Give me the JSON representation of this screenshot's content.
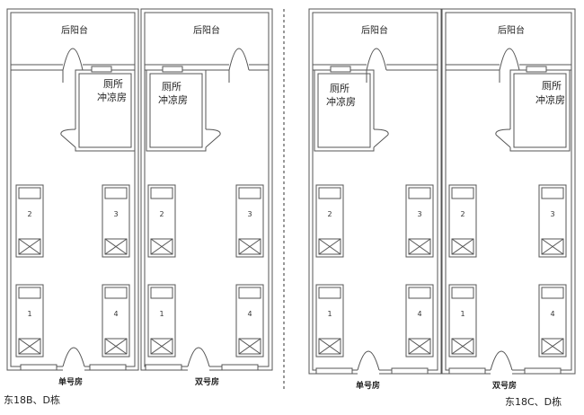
{
  "labels": {
    "balcony": "后阳台",
    "toilet": "厕所",
    "shower": "冲凉房"
  },
  "beds": {
    "b1": "1号床",
    "b2": "2号床",
    "b3": "3号床",
    "b4": "4号床"
  },
  "room_types": {
    "single": "单号房",
    "double": "双号房"
  },
  "buildings": {
    "left": "东18B、D栋",
    "right": "东18C、D栋"
  }
}
